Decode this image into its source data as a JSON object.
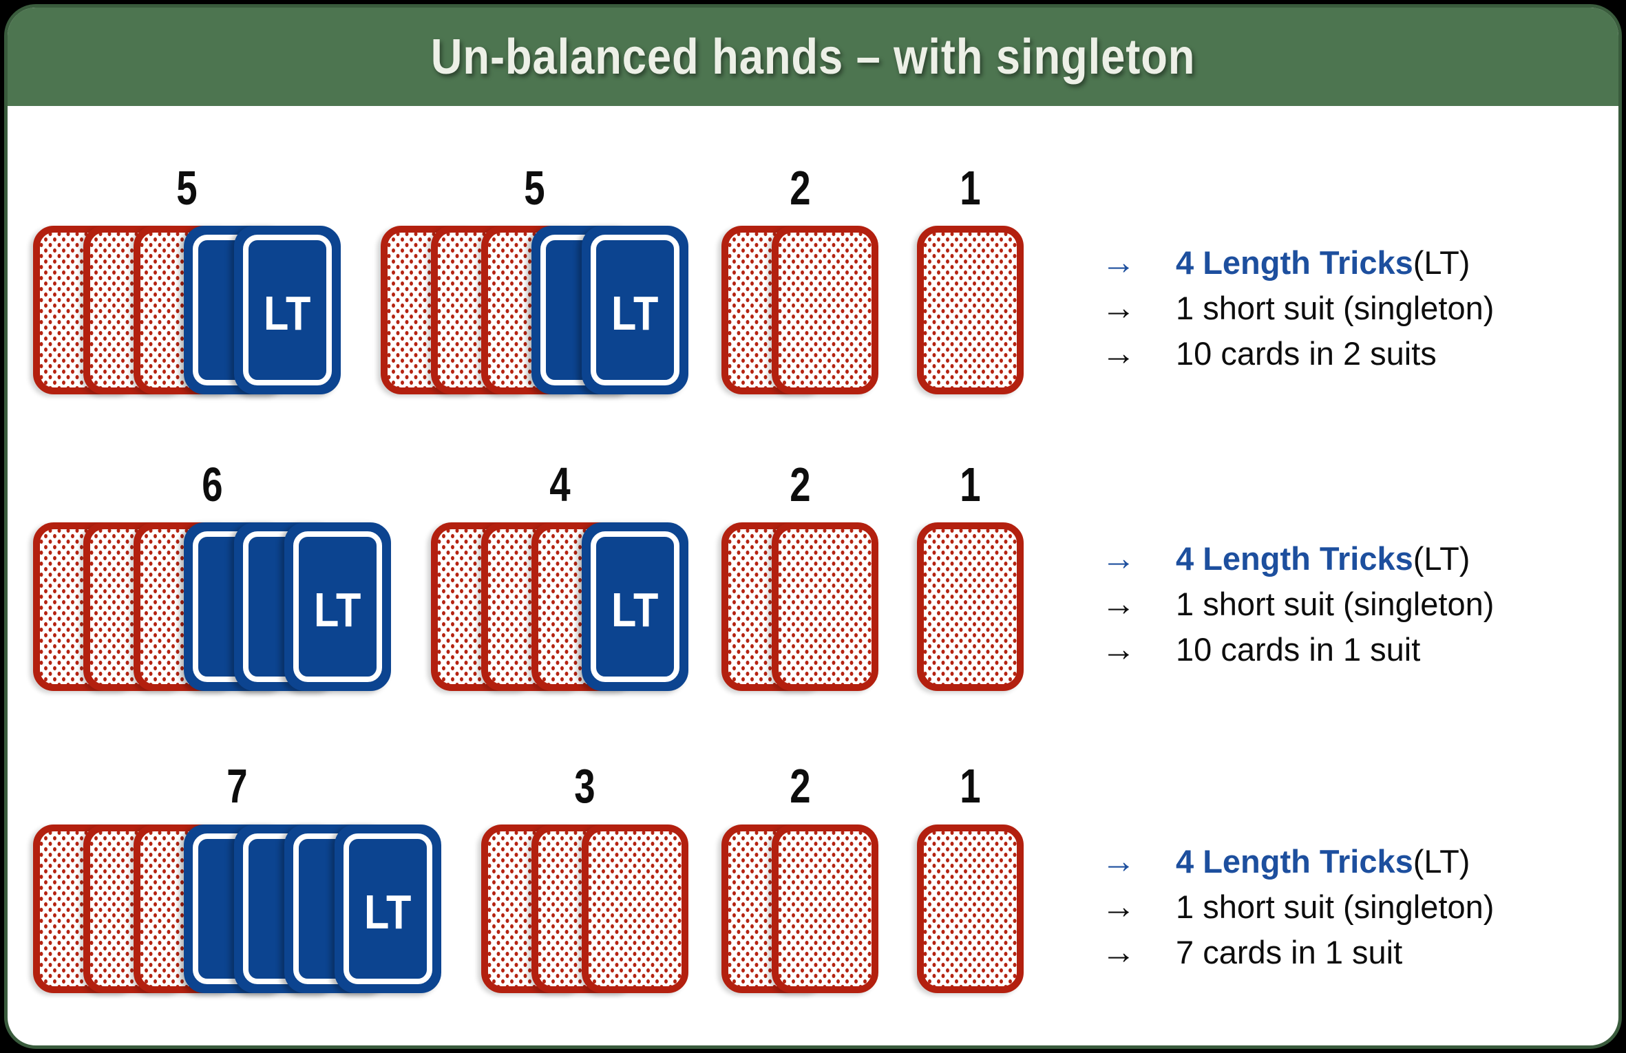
{
  "title": "Un-balanced hands – with singleton",
  "lt_label": "LT",
  "colors": {
    "header_green": "#4d7550",
    "panel_border_green": "#3a5c3d",
    "card_red": "#b3200f",
    "card_blue": "#0c4490",
    "accent_blue": "#1d4f9e"
  },
  "rows": [
    {
      "groups": [
        {
          "label": "5",
          "red": 3,
          "blue": 2
        },
        {
          "label": "5",
          "red": 3,
          "blue": 2
        },
        {
          "label": "2",
          "red": 2,
          "blue": 0
        },
        {
          "label": "1",
          "red": 1,
          "blue": 0
        }
      ],
      "notes": [
        {
          "arrow": "→",
          "accent": true,
          "highlight": "4 Length Tricks",
          "rest": " (LT)"
        },
        {
          "arrow": "→",
          "accent": false,
          "text": "1 short suit (singleton)"
        },
        {
          "arrow": "→",
          "accent": false,
          "text": "10 cards in 2 suits"
        }
      ]
    },
    {
      "groups": [
        {
          "label": "6",
          "red": 3,
          "blue": 3
        },
        {
          "label": "4",
          "red": 3,
          "blue": 1
        },
        {
          "label": "2",
          "red": 2,
          "blue": 0
        },
        {
          "label": "1",
          "red": 1,
          "blue": 0
        }
      ],
      "notes": [
        {
          "arrow": "→",
          "accent": true,
          "highlight": "4 Length Tricks",
          "rest": " (LT)"
        },
        {
          "arrow": "→",
          "accent": false,
          "text": "1 short suit (singleton)"
        },
        {
          "arrow": "→",
          "accent": false,
          "text": "10 cards in 1 suit"
        }
      ]
    },
    {
      "groups": [
        {
          "label": "7",
          "red": 3,
          "blue": 4
        },
        {
          "label": "3",
          "red": 3,
          "blue": 0
        },
        {
          "label": "2",
          "red": 2,
          "blue": 0
        },
        {
          "label": "1",
          "red": 1,
          "blue": 0
        }
      ],
      "notes": [
        {
          "arrow": "→",
          "accent": true,
          "highlight": "4 Length Tricks",
          "rest": " (LT)"
        },
        {
          "arrow": "→",
          "accent": false,
          "text": "1 short suit (singleton)"
        },
        {
          "arrow": "→",
          "accent": false,
          "text": "7 cards in 1 suit"
        }
      ]
    }
  ]
}
